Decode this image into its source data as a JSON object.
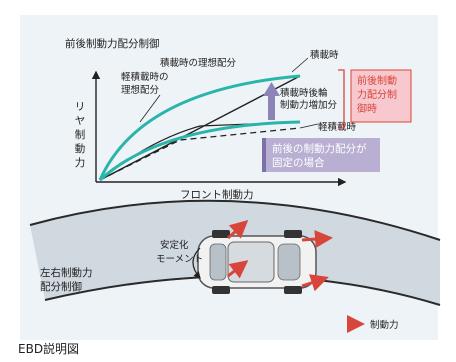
{
  "labels": {
    "title": "前後制動力配分制御",
    "loaded_ideal": "積載時の理想配分",
    "light_ideal_1": "軽積載時の",
    "light_ideal_2": "理想配分",
    "loaded": "積載時",
    "increase_1": "積載時後輪",
    "increase_2": "制動力増加分",
    "light_loaded": "軽積載時",
    "fixed_1": "前後の制動力配分が",
    "fixed_2": "固定の場合",
    "red_box_1": "前後制動",
    "red_box_2": "力配分制",
    "red_box_3": "御時",
    "y_axis": [
      "リ",
      "ヤ",
      "制",
      "動",
      "力"
    ],
    "x_axis": "フロント制動力",
    "stabilize_1": "安定化",
    "stabilize_2": "モーメント",
    "lr_control_1": "左右制動力",
    "lr_control_2": "配分制御",
    "legend": "制動力",
    "caption": "EBD説明図"
  },
  "colors": {
    "teal": "#2ab5ab",
    "red": "#d8453a",
    "pink_fill": "#f7c9cf",
    "purple_fill": "#b9afd3",
    "road": "#d0d8e0",
    "panel": "#eef3f7"
  }
}
